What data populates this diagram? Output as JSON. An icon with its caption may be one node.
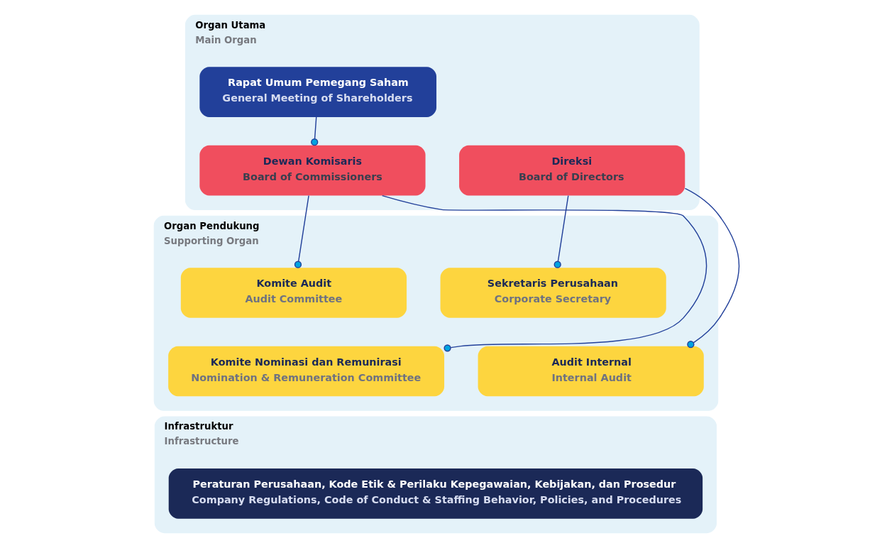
{
  "diagram": {
    "nodes": [
      {
        "text": [
          "Organ Utama",
          "Main Organ"
        ]
      },
      {
        "text": [
          "Rapat Umum Pemegang Saham",
          "General Meeting of Shareholders"
        ],
        "in": 0
      },
      {
        "text": [
          "Dewan Komisaris",
          "Board of Commissioners"
        ],
        "in": 0
      },
      {
        "text": [
          "Direksi",
          "Board of Directors"
        ],
        "in": 0
      },
      {
        "text": [
          "Organ Pendukung",
          "Supporting Organ"
        ]
      },
      {
        "text": [
          "Komite Audit",
          "Audit Committee"
        ],
        "in": 4
      },
      {
        "text": [
          "Komite Nominasi dan Remunirasi",
          "Nomination & Remuneration Committee"
        ],
        "in": 4
      },
      {
        "text": [
          "Sekretaris Perusahaan",
          "Corporate Secretary"
        ],
        "in": 4
      },
      {
        "text": [
          "Audit Internal",
          "Internal Audit"
        ],
        "in": 4
      },
      {
        "text": [
          "Infrastruktur",
          "Infrastructure"
        ]
      },
      {
        "text": [
          "Peraturan Perusahaan, Kode Etik & Perilaku Kepegawaian, Kebijakan, dan Prosedur",
          "Company Regulations, Code of Conduct & Staffing Behavior, Policies, and Procedures"
        ],
        "in": 9
      }
    ],
    "edges": [
      {
        "from": 1,
        "to": 2,
        "arrow": "other"
      },
      {
        "from": 2,
        "to": 5,
        "arrow": "other"
      },
      {
        "from": 2,
        "to": 6,
        "arrow": "other"
      },
      {
        "from": 3,
        "to": 7,
        "arrow": "other"
      },
      {
        "from": 3,
        "to": 8,
        "arrow": "other"
      }
    ]
  }
}
